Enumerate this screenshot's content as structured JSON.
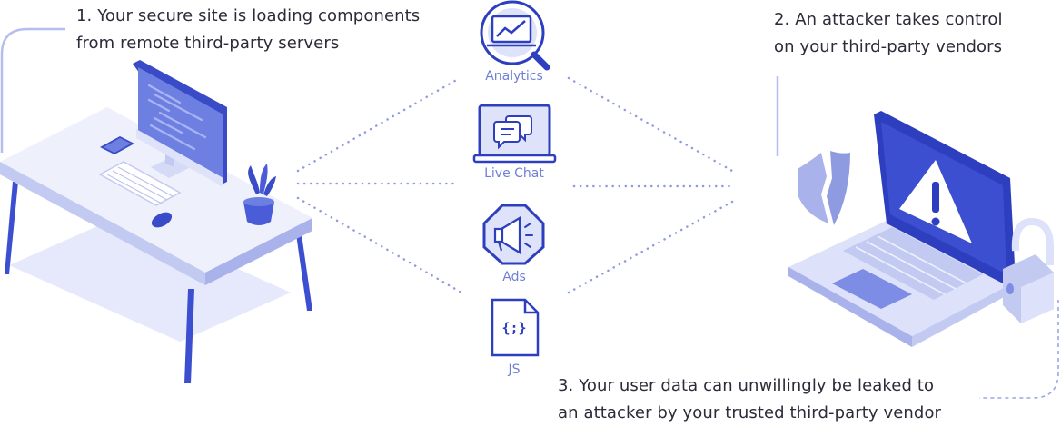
{
  "steps": {
    "step1": {
      "line1": "1. Your secure site is loading components",
      "line2": "from remote third-party servers"
    },
    "step2": {
      "line1": "2. An attacker takes control",
      "line2": "on your third-party vendors"
    },
    "step3": {
      "line1": "3. Your user data can unwillingly be leaked to",
      "line2": "an attacker by your trusted third-party vendor"
    }
  },
  "services": [
    {
      "label": "Analytics",
      "icon": "analytics-magnifier-icon"
    },
    {
      "label": "Live Chat",
      "icon": "live-chat-laptop-icon"
    },
    {
      "label": "Ads",
      "icon": "ads-megaphone-icon"
    },
    {
      "label": "JS",
      "icon": "js-file-icon"
    }
  ],
  "colors": {
    "primary": "#2d3fbf",
    "light": "#c9cff3",
    "pale": "#e9ebfb",
    "dots": "#8f9be0",
    "text": "#2b2b3a",
    "label": "#6f7fd6"
  }
}
